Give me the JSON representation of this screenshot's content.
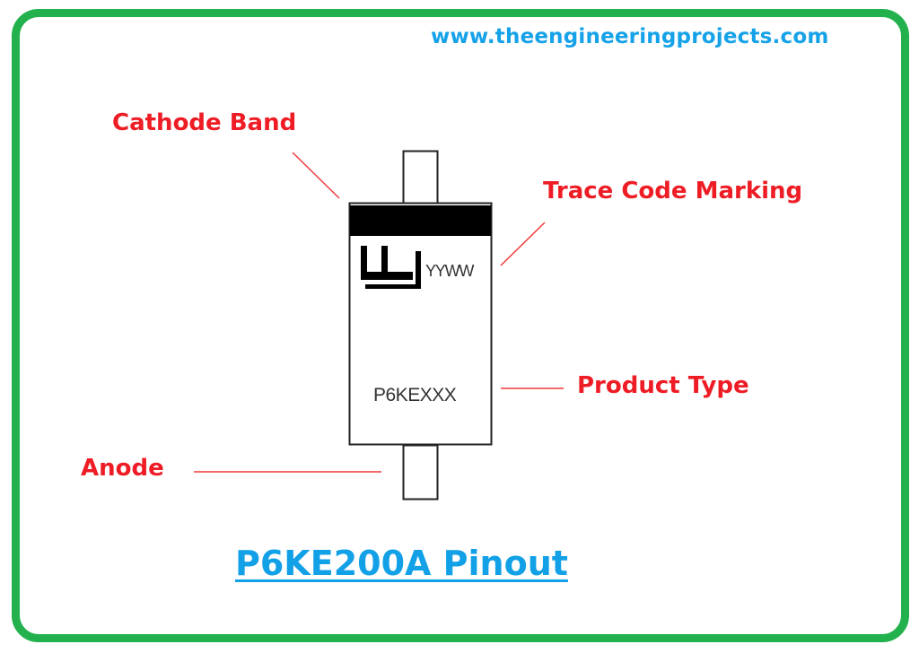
{
  "header": {
    "website": "www.theengineeringprojects.com"
  },
  "labels": {
    "cathode_band": "Cathode Band",
    "trace_code_marking": "Trace Code Marking",
    "product_type": "Product Type",
    "anode": "Anode"
  },
  "package_markings": {
    "trace_code": "YYWW",
    "product_code": "P6KEXXX"
  },
  "title": "P6KE200A Pinout",
  "colors": {
    "frame": "#22b14c",
    "label_red": "#ee1c24",
    "accent_blue": "#16a2e8",
    "band": "#000000"
  }
}
